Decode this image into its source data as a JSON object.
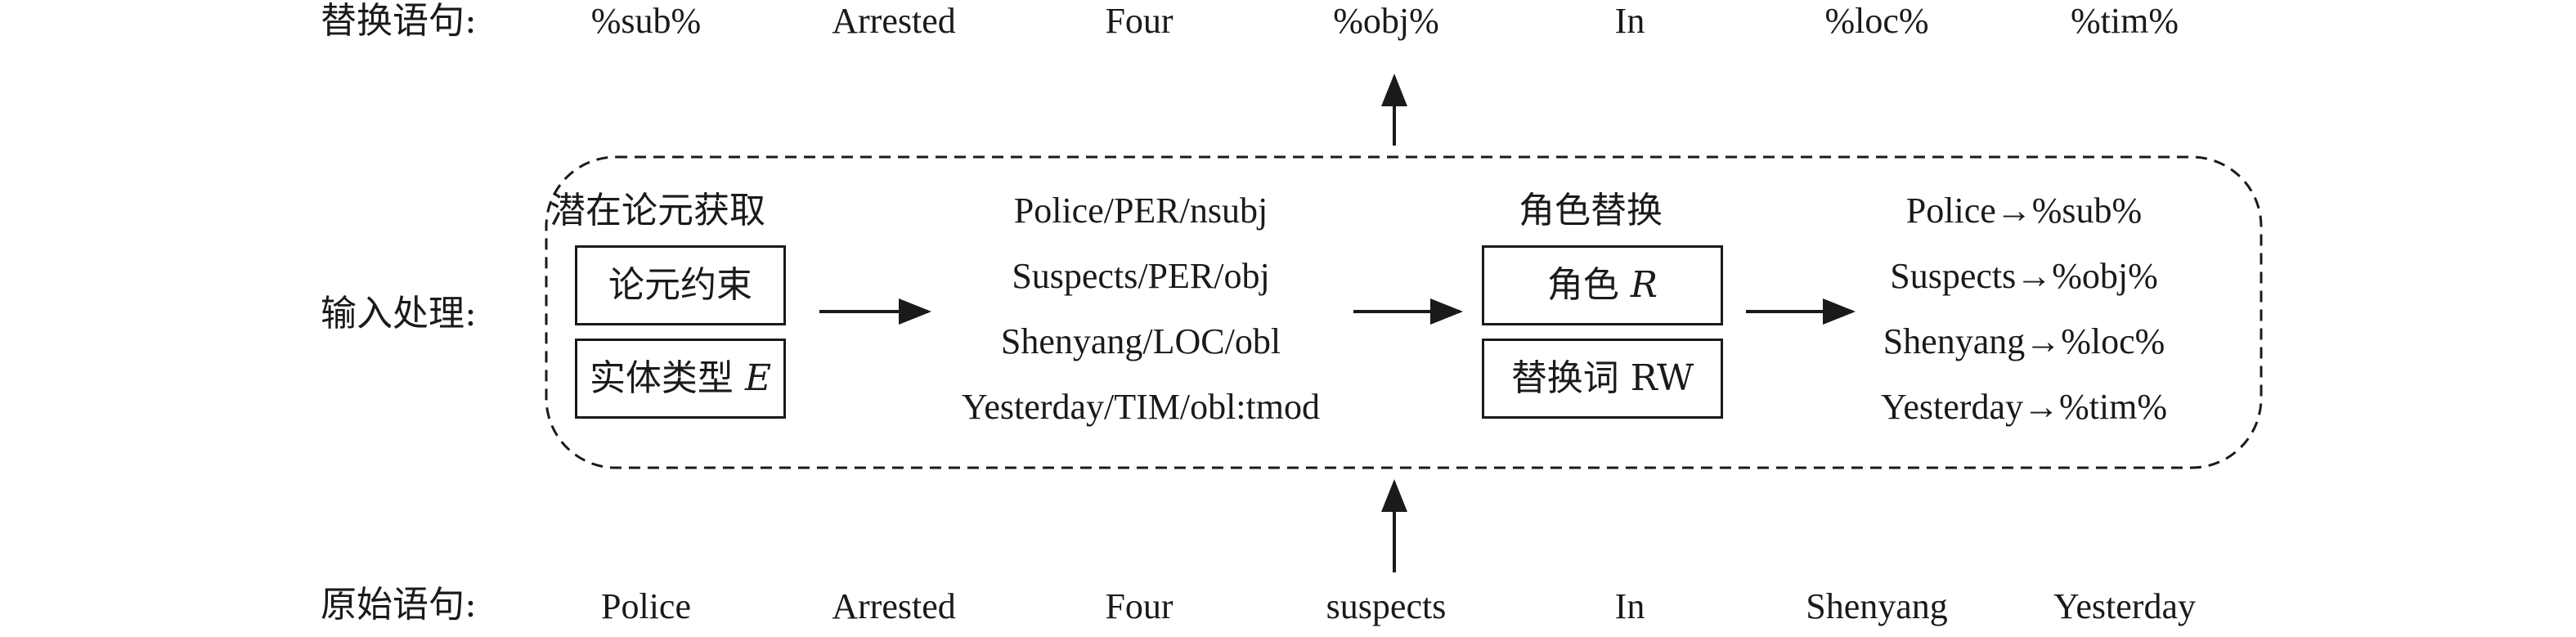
{
  "rows": {
    "replaced_label": "替换语句:",
    "input_label": "输入处理:",
    "original_label": "原始语句:"
  },
  "replaced_tokens": [
    "%sub%",
    "Arrested",
    "Four",
    "%obj%",
    "In",
    "%loc%",
    "%tim%"
  ],
  "original_tokens": [
    "Police",
    "Arrested",
    "Four",
    "suspects",
    "In",
    "Shenyang",
    "Yesterday"
  ],
  "stage1": {
    "title": "潜在论元获取",
    "box1": "论元约束",
    "box2_text": "实体类型",
    "box2_var": "E"
  },
  "stage2_lines": [
    "Police/PER/nsubj",
    "Suspects/PER/obj",
    "Shenyang/LOC/obl",
    "Yesterday/TIM/obl:tmod"
  ],
  "stage3": {
    "title": "角色替换",
    "box1_text": "角色",
    "box1_var": "R",
    "box2": "替换词 RW"
  },
  "stage4_lines": [
    "Police→%sub%",
    "Suspects→%obj%",
    "Shenyang→%loc%",
    "Yesterday→%tim%"
  ]
}
